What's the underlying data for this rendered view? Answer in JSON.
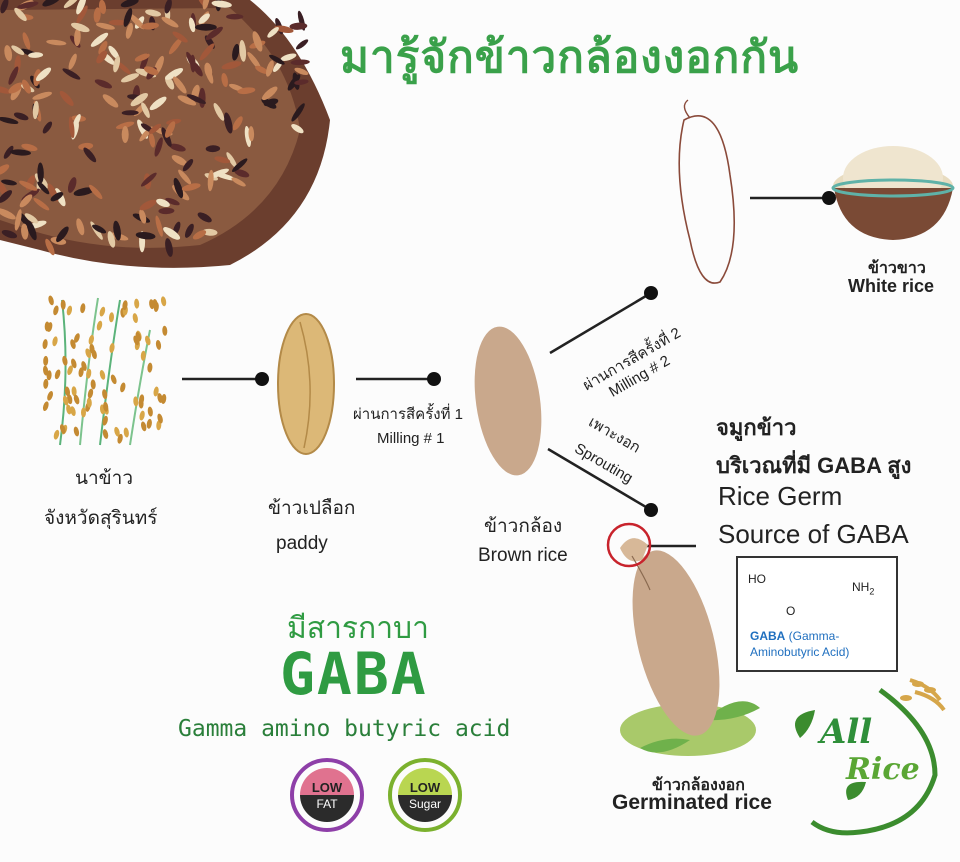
{
  "title": "มารู้จักข้าวกล้องงอกกัน",
  "stages": {
    "field_th_1": "นาข้าว",
    "field_th_2": "จังหวัดสุรินทร์",
    "paddy_th": "ข้าวเปลือก",
    "paddy_en": "paddy",
    "brown_th": "ข้าวกล้อง",
    "brown_en": "Brown rice",
    "white_th": "ข้าวขาว",
    "white_en": "White rice",
    "germinated_th": "ข้าวกล้องงอก",
    "germinated_en": "Germinated rice"
  },
  "processes": {
    "milling1_th": "ผ่านการสีครั้งที่ 1",
    "milling1_en": "Milling # 1",
    "milling2_th": "ผ่านการสีครั้งที่ 2",
    "milling2_en": "Milling # 2",
    "sprouting_th": "เพาะงอก",
    "sprouting_en": "Sprouting"
  },
  "germ": {
    "line1_th": "จมูกข้าว",
    "line2_th": "บริเวณที่มี GABA สูง",
    "line3_en": "Rice Germ",
    "line4_en": "Source of GABA"
  },
  "gaba_structure": {
    "ho": "HO",
    "nh2": "NH",
    "nh2_sub": "2",
    "o": "O",
    "name_bold": "GABA",
    "name_rest": " (Gamma-",
    "name_line2": "Aminobutyric Acid)"
  },
  "gaba_panel": {
    "has_th": "มีสารกาบา",
    "gaba": "GABA",
    "full": "Gamma amino butyric acid"
  },
  "badges": [
    {
      "top": "LOW",
      "bottom": "FAT",
      "ring": "#8e3fa8",
      "top_bg": "#e0728f"
    },
    {
      "top": "LOW",
      "bottom": "Sugar",
      "ring": "#7bb12e",
      "top_bg": "#b9d651"
    }
  ],
  "logo": {
    "line1": "All",
    "line2": "Rice"
  },
  "colors": {
    "title_green": "#3aa14a",
    "germ_circle": "#c8232c",
    "rice_brown": "#c9a88c"
  }
}
